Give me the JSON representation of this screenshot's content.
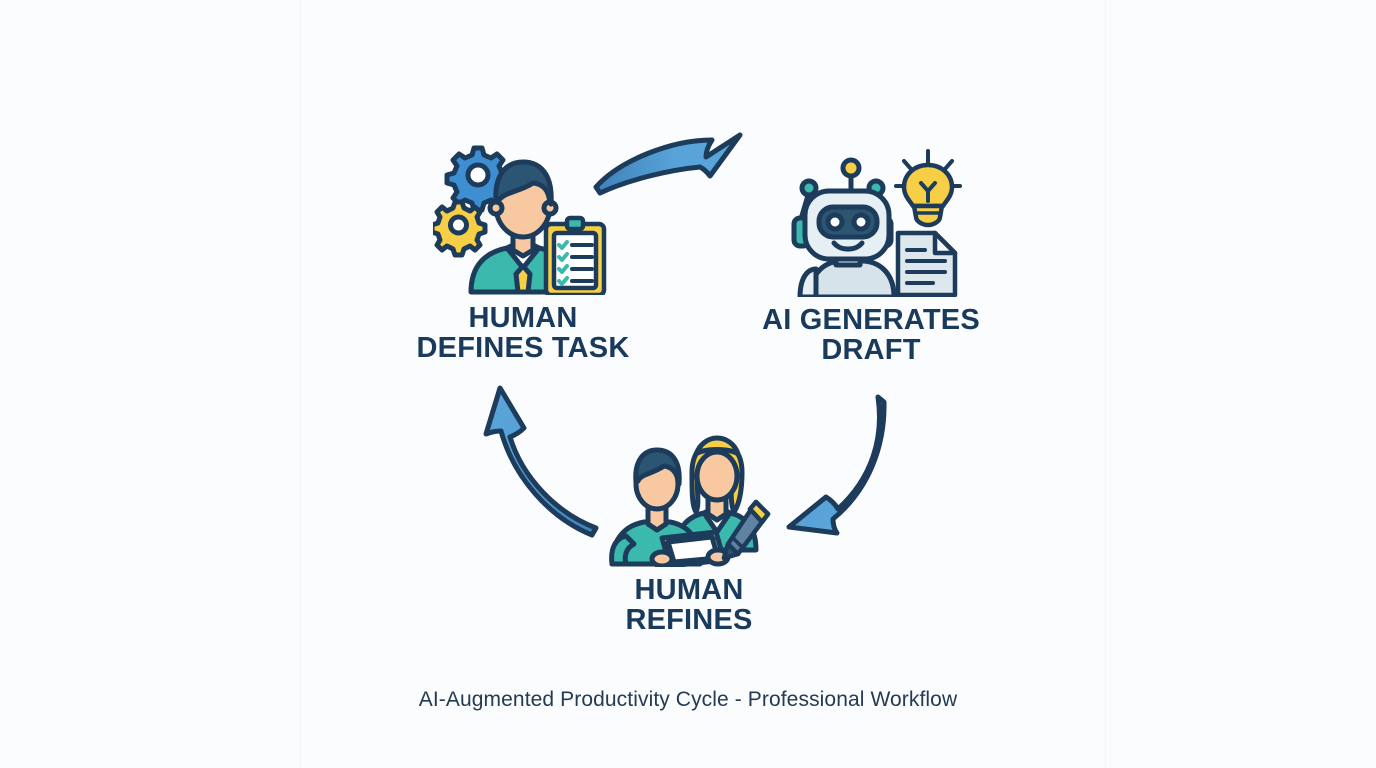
{
  "page": {
    "background_color": "#fafcfd",
    "caption": "AI-Augmented Productivity Cycle - Professional Workflow"
  },
  "palette": {
    "navy_outline": "#1d3c5c",
    "text_navy": "#1a3a5c",
    "arrow_blue": "#4a95cf",
    "arrow_blue_dark": "#2f6ea4",
    "teal": "#3bb9ac",
    "teal_dark": "#2aa79b",
    "yellow": "#f6cf46",
    "yellow_dark": "#e6b925",
    "blue_gear": "#3d8fd1",
    "skin": "#f8c9a0",
    "hair_navy": "#2b5572",
    "robot_body": "#d6e3ea",
    "robot_body_light": "#eaf2f6",
    "paper_white": "#ffffff",
    "document_gray": "#dce8ee",
    "pencil_slate": "#5f83a0"
  },
  "diagram": {
    "type": "cycle",
    "title": "AI-Augmented Productivity Cycle - Professional Workflow",
    "nodes": [
      {
        "id": "human-defines-task",
        "label": "HUMAN\nDEFINES TASK",
        "label_line1": "HUMAN",
        "label_line2": "DEFINES TASK",
        "icon": "businessman-with-gears-and-clipboard-icon",
        "position": "top-left"
      },
      {
        "id": "ai-generates-draft",
        "label": "AI GENERATES\nDRAFT",
        "label_line1": "AI GENERATES",
        "label_line2": "DRAFT",
        "icon": "robot-with-lightbulb-and-document-icon",
        "position": "top-right"
      },
      {
        "id": "human-refines",
        "label": "HUMAN\nREFINES",
        "label_line1": "HUMAN",
        "label_line2": "REFINES",
        "icon": "two-people-with-tablet-and-pencil-icon",
        "position": "bottom-center"
      }
    ],
    "edges": [
      {
        "id": "edge-top",
        "from": "human-defines-task",
        "to": "ai-generates-draft",
        "style": "curved-arrow",
        "direction": "right"
      },
      {
        "id": "edge-right",
        "from": "ai-generates-draft",
        "to": "human-refines",
        "style": "curved-arrow",
        "direction": "down-left"
      },
      {
        "id": "edge-left",
        "from": "human-refines",
        "to": "human-defines-task",
        "style": "curved-arrow",
        "direction": "up-left"
      }
    ]
  }
}
